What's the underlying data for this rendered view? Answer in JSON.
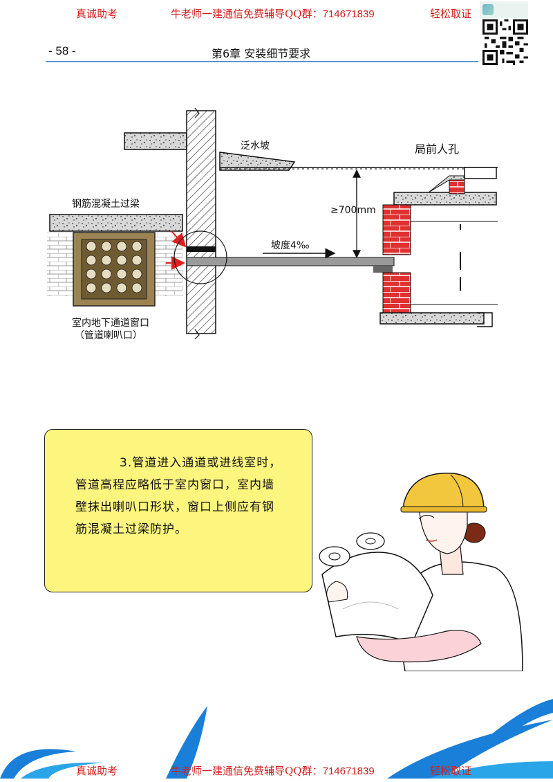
{
  "banner_top": {
    "left": "真诚助考",
    "middle": "牛老师一建通信免费辅导QQ群：",
    "qq": "714671839",
    "right": "轻松取证"
  },
  "banner_bottom": {
    "left": "真诚助考",
    "middle": "牛老师一建通信免费辅导QQ群：",
    "qq": "714671839",
    "right": "轻松取证"
  },
  "header": {
    "page_number": "- 58 -",
    "chapter_title": "第6章  安装细节要求"
  },
  "figure": {
    "labels": {
      "flood_slope": "泛水坡",
      "manhole": "局前人孔",
      "lintel": "钢筋混凝土过梁",
      "clearance": "≥700mm",
      "slope": "坡度4‰",
      "window_line1": "室内地下通道窗口",
      "window_line2": "（管道喇叭口）"
    }
  },
  "callout": {
    "text": "3.管道进入通道或进线室时，管道高程应略低于室内窗口，室内墙壁抹出喇叭口形状，窗口上侧应有钢筋混凝土过梁防护。"
  },
  "colors": {
    "banner_red": "#d21f1f",
    "rule_blue": "#5a93cf",
    "callout_yellow": "#fcf57e",
    "brick_red": "#e03030",
    "wave_blue": "#1a7fd8"
  }
}
